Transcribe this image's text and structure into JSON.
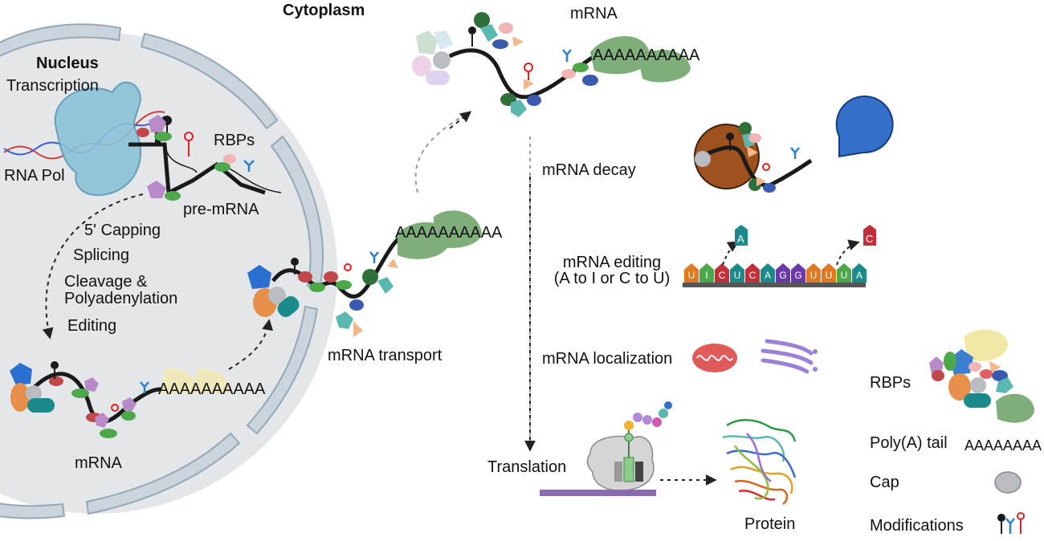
{
  "labels": {
    "cytoplasm": "Cytoplasm",
    "nucleus": "Nucleus",
    "transcription": "Transcription",
    "rna_pol": "RNA Pol",
    "rbps_nucleus": "RBPs",
    "pre_mrna": "pre-mRNA",
    "capping": "5' Capping",
    "splicing": "Splicing",
    "cleavage_1": "Cleavage &",
    "cleavage_2": "Polyadenylation",
    "editing": "Editing",
    "mrna_nucleus": "mRNA",
    "mrna_transport": "mRNA transport",
    "mrna_top": "mRNA",
    "mrna_decay": "mRNA  decay",
    "mrna_editing_1": "mRNA editing",
    "mrna_editing_2": "(A to I or C to U)",
    "mrna_localization": "mRNA localization",
    "translation": "Translation",
    "protein": "Protein"
  },
  "polya": {
    "nucleus": "AAAAAAAAAA",
    "transport": "AAAAAAAAAA",
    "top": "AAAAAAAAAA"
  },
  "editing_strand": {
    "bases": [
      "U",
      "I",
      "C",
      "U",
      "C",
      "A",
      "G",
      "G",
      "U",
      "U",
      "U",
      "A"
    ],
    "edited_out": [
      "A",
      "C"
    ]
  },
  "legend": {
    "rbps": "RBPs",
    "polya_tail": "Poly(A) tail",
    "polya_sample": "AAAAAAAA",
    "cap": "Cap",
    "modifications": "Modifications"
  },
  "colors": {
    "rna_backbone": "#1a1a1a",
    "nucleus_fill": "#e3e7ea",
    "nuclear_envelope": "#c9d4dd",
    "envelope_edge": "#97a7b4",
    "rna_pol": "#8cc3d9",
    "ribosome": "#7fae7a",
    "decay_exo_5": "#a0521e",
    "decay_exo_3": "#3470c9",
    "mitochondrion": "#e05a5a",
    "golgi": "#9b82d6",
    "cap": "#b9bdc2"
  }
}
